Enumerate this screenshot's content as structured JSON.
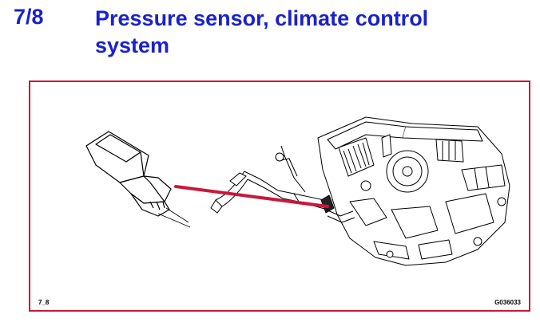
{
  "heading": {
    "number": "7/8",
    "title_line1": "Pressure sensor, climate control",
    "title_line2": "system"
  },
  "figure": {
    "label_left": "7_8",
    "label_right": "G036033",
    "colors": {
      "frame": "#c8183a",
      "heading": "#1a22c8",
      "pointer": "#c8183a"
    },
    "icons": [
      "pressure-sensor-illustration",
      "climate-unit-illustration",
      "pointer-line"
    ]
  }
}
